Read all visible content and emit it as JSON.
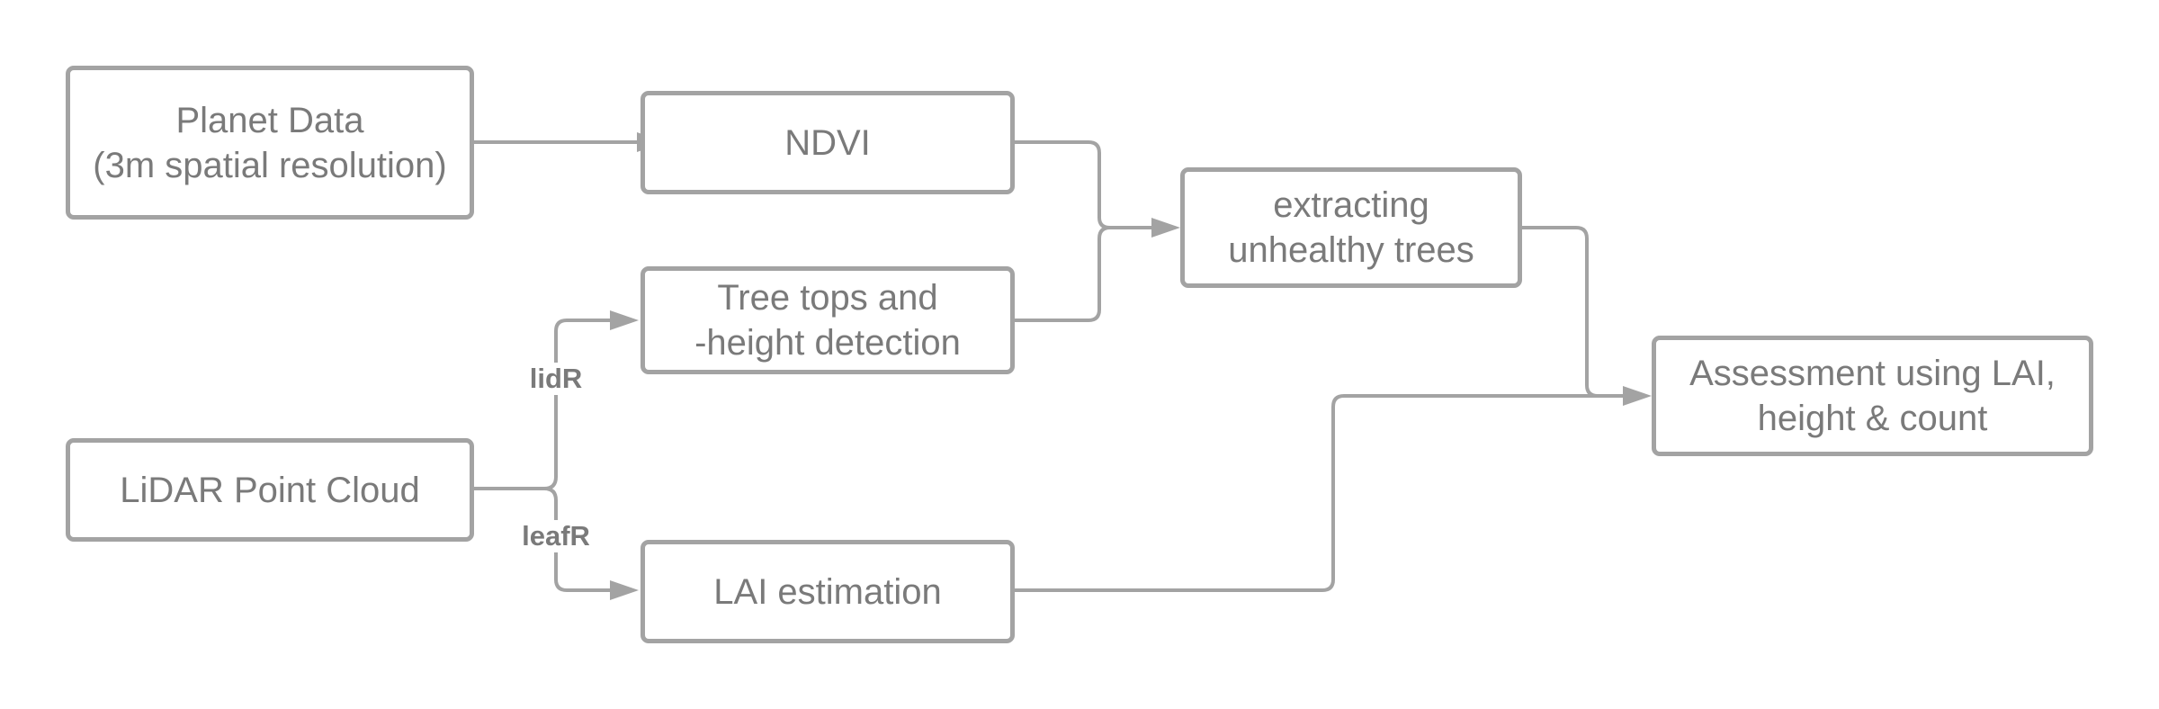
{
  "diagram": {
    "colors": {
      "stroke": "#a3a3a3",
      "text": "#7a7a7a",
      "background": "#ffffff"
    },
    "nodes": {
      "planet": {
        "line1": "Planet Data",
        "line2": "(3m spatial resolution)"
      },
      "ndvi": {
        "line1": "NDVI"
      },
      "treetops": {
        "line1": "Tree tops and",
        "line2": "-height detection"
      },
      "extracting": {
        "line1": "extracting",
        "line2": "unhealthy trees"
      },
      "lidar": {
        "line1": "LiDAR Point Cloud"
      },
      "lai": {
        "line1": "LAI estimation"
      },
      "assessment": {
        "line1": "Assessment using LAI,",
        "line2": "height & count"
      }
    },
    "edge_labels": {
      "lidr": "lidR",
      "leafr": "leafR"
    },
    "edges": [
      {
        "from": "Planet Data",
        "to": "NDVI"
      },
      {
        "from": "NDVI",
        "to": "extracting unhealthy trees"
      },
      {
        "from": "Tree tops and -height detection",
        "to": "extracting unhealthy trees"
      },
      {
        "from": "LiDAR Point Cloud",
        "to": "Tree tops and -height detection",
        "label": "lidR"
      },
      {
        "from": "LiDAR Point Cloud",
        "to": "LAI estimation",
        "label": "leafR"
      },
      {
        "from": "extracting unhealthy trees",
        "to": "Assessment using LAI, height & count"
      },
      {
        "from": "LAI estimation",
        "to": "Assessment using LAI, height & count"
      }
    ]
  }
}
